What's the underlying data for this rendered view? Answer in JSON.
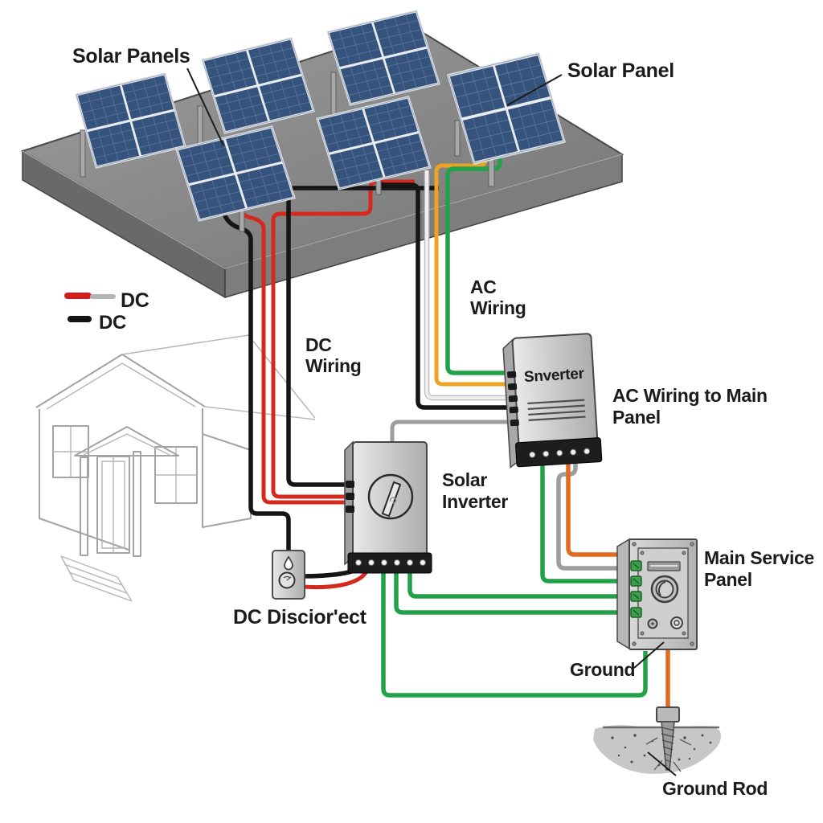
{
  "labels": {
    "solar_panels": "Solar Panels",
    "solar_panel": "Solar Panel",
    "dc_wiring": [
      "DC",
      "Wiring"
    ],
    "ac_wiring": [
      "AC",
      "Wiring"
    ],
    "inverter_box": "Snverter",
    "ac_wiring_to_main_panel": [
      "AC Wiring to Main",
      "Panel"
    ],
    "solar_inverter": [
      "Solar",
      "Inverter"
    ],
    "dc_disconnect": "DC Discior'ect",
    "main_service_panel": [
      "Main Service",
      "Panel"
    ],
    "ground": "Ground",
    "ground_rod": "Ground Rod"
  },
  "legend": {
    "items": [
      {
        "label": "DC",
        "swatch_a": "#cc2020",
        "swatch_b": "#b4b4b4"
      },
      {
        "label": "DC",
        "swatch_a": "#141414"
      }
    ]
  },
  "colors": {
    "dc_red": "#d5281e",
    "dc_black": "#151515",
    "ac_white": "#efefef",
    "ac_yellow": "#eca324",
    "ground_green": "#22a14b",
    "ground_orange": "#e06b1f",
    "neutral_gray": "#9d9d9d",
    "roof_gray": "#8d8d8d",
    "panel_blue": "#35537d"
  }
}
